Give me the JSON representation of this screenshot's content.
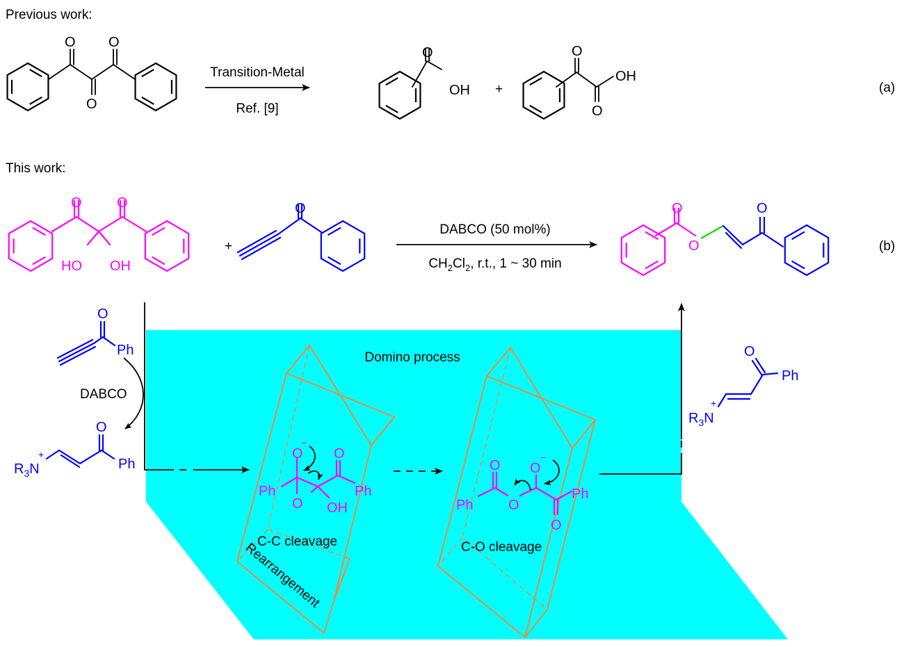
{
  "sections": {
    "previous": "Previous work:",
    "this": "This work:"
  },
  "reaction_a": {
    "label": "(a)",
    "reagent": "Transition-Metal",
    "reference": "Ref. [9]",
    "plus": "+",
    "atoms": {
      "O": "O",
      "OH": "OH"
    }
  },
  "reaction_b": {
    "label": "(b)",
    "catalyst": "DABCO (50 mol%)",
    "conditions_pre": "CH",
    "conditions_sub1": "2",
    "conditions_mid": "Cl",
    "conditions_sub2": "2",
    "conditions_post": ", r.t., 1 ~ 30 min",
    "plus": "+",
    "atoms": {
      "O": "O",
      "HO": "HO",
      "OH": "OH"
    }
  },
  "mechanism": {
    "title": "Domino process",
    "dabco": "DABCO",
    "ph": "Ph",
    "r3n_R": "R",
    "r3n_sub": "3",
    "r3n_N": "N",
    "charge_plus": "+",
    "charge_minus": "−",
    "O": "O",
    "OH": "OH",
    "step1": "C-C cleavage",
    "step1_rot": "Rearrangement",
    "step2": "C-O cleavage"
  },
  "colors": {
    "reactant_diketone": "#ff00ff",
    "reactant_ynone": "#0000ff",
    "new_bond": "#00e000",
    "panel": "#00ffff",
    "prism": "#f08a3c"
  }
}
